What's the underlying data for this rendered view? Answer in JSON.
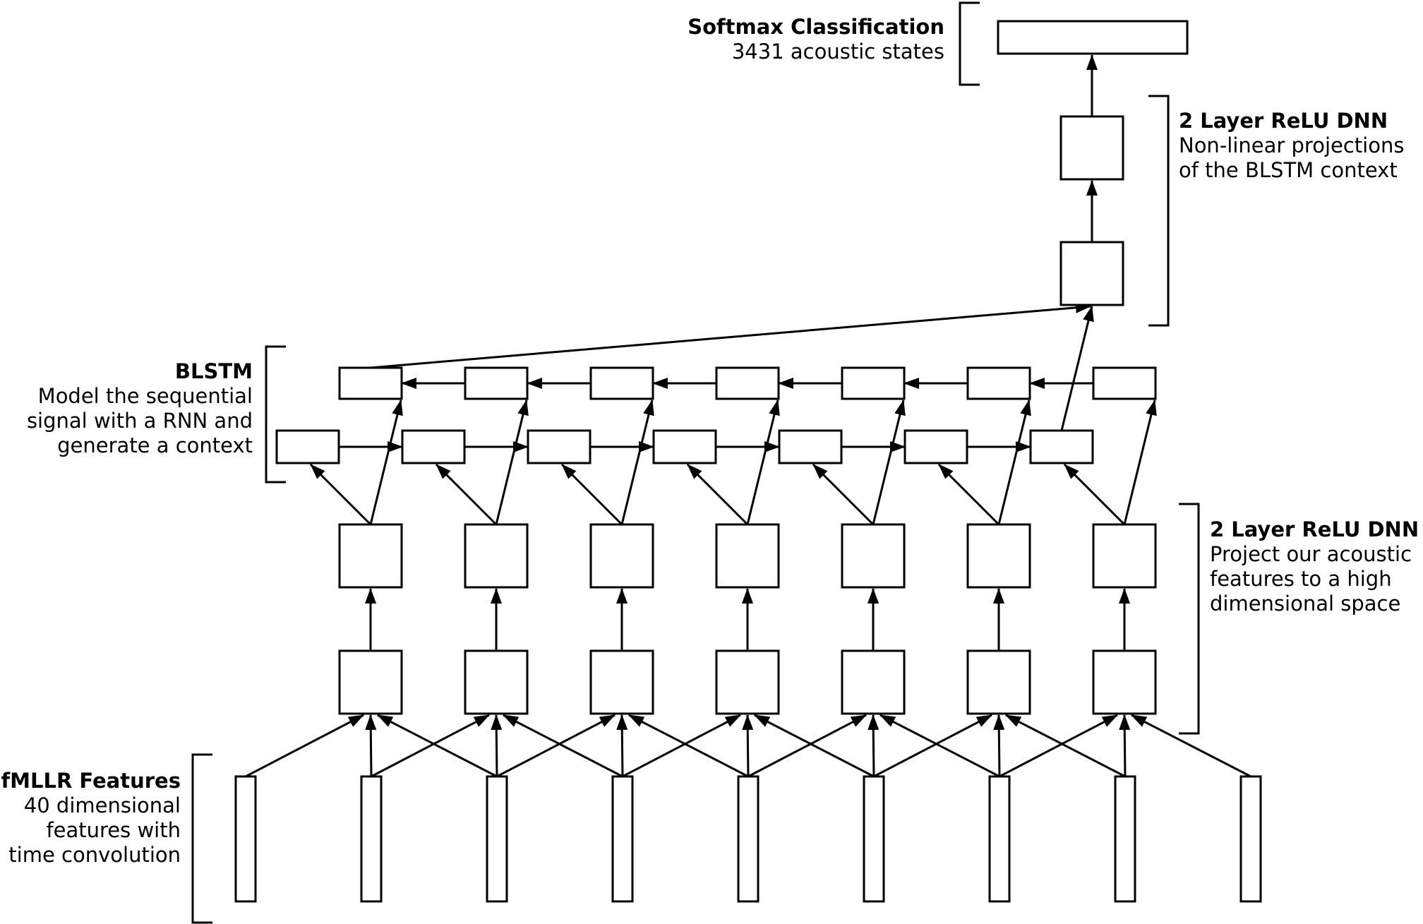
{
  "labels": {
    "softmax": {
      "title": "Softmax Classification",
      "desc": [
        "3431 acoustic states"
      ]
    },
    "dnn_top": {
      "title": "2 Layer ReLU DNN",
      "desc": [
        "Non-linear projections",
        "of the BLSTM context"
      ]
    },
    "blstm": {
      "title": "BLSTM",
      "desc": [
        "Model the sequential",
        "signal with a RNN and",
        "generate a context"
      ]
    },
    "dnn_bottom": {
      "title": "2 Layer ReLU DNN",
      "desc": [
        "Project our acoustic",
        "features to a high",
        "dimensional space"
      ]
    },
    "features": {
      "title": "fMLLR Features",
      "desc": [
        "40 dimensional",
        "features with",
        "time convolution"
      ]
    }
  },
  "structure": {
    "feature_frames": 9,
    "time_steps": 7,
    "blstm_directions": [
      "forward",
      "backward"
    ],
    "top_dnn_layers": 2,
    "bottom_dnn_layers": 2,
    "output_layers": 1
  },
  "colors": {
    "stroke": "#000000",
    "fill": "#ffffff",
    "text": "#000000"
  }
}
